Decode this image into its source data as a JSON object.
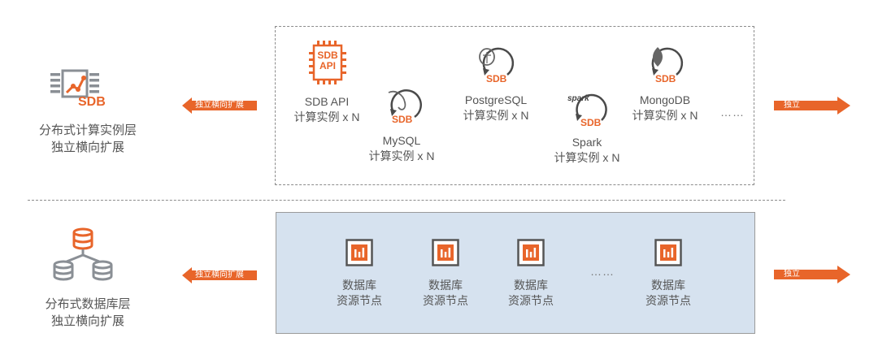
{
  "compute_layer": {
    "label_line1": "分布式计算实例层",
    "label_line2": "独立横向扩展",
    "left_arrow_text": "独立横向扩展",
    "right_arrow_text": "独立",
    "badge_text": "SDB",
    "instances": [
      {
        "logo_text": "SDB API",
        "name": "SDB API",
        "count_label": "计算实例 x N"
      },
      {
        "logo_text": "SDB",
        "name": "MySQL",
        "count_label": "计算实例 x N"
      },
      {
        "logo_text": "SDB",
        "name": "PostgreSQL",
        "count_label": "计算实例 x N"
      },
      {
        "logo_text": "SDB",
        "small_text": "spark",
        "name": "Spark",
        "count_label": "计算实例 x N"
      },
      {
        "logo_text": "SDB",
        "name": "MongoDB",
        "count_label": "计算实例 x N"
      }
    ],
    "ellipsis": "……"
  },
  "database_layer": {
    "label_line1": "分布式数据库层",
    "label_line2": "独立横向扩展",
    "left_arrow_text": "独立横向扩展",
    "right_arrow_text": "独立",
    "nodes": [
      {
        "line1": "数据库",
        "line2": "资源节点"
      },
      {
        "line1": "数据库",
        "line2": "资源节点"
      },
      {
        "line1": "数据库",
        "line2": "资源节点"
      },
      {
        "line1": "数据库",
        "line2": "资源节点"
      }
    ],
    "ellipsis": "……"
  },
  "colors": {
    "accent": "#e8652a",
    "panel": "#d6e2ef",
    "icon_grey": "#8a8f95",
    "text": "#555555"
  }
}
